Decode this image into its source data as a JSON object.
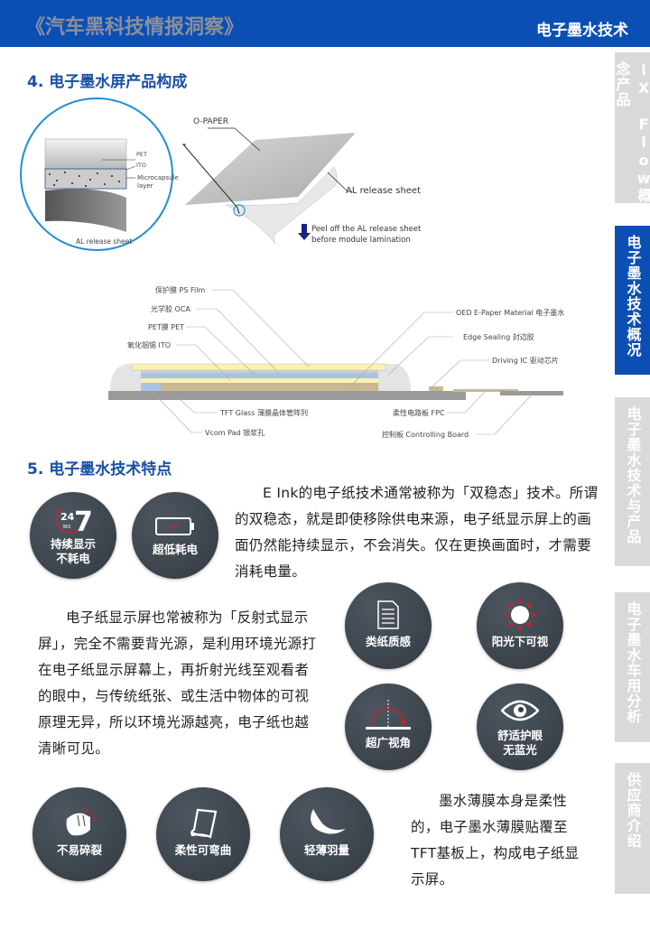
{
  "header": {
    "brand": "《汽车黑科技情报洞察》",
    "title": "电子墨水技术"
  },
  "sidebar": {
    "items": [
      {
        "label": "iX Flow概念产品",
        "active": false
      },
      {
        "label": "电子墨水技术概况",
        "active": true
      },
      {
        "label": "电子墨水技术与产品",
        "active": false
      },
      {
        "label": "电子墨水车用分析",
        "active": false
      },
      {
        "label": "供应商介绍",
        "active": false
      }
    ]
  },
  "section4": {
    "title": "4. 电子墨水屏产品构成",
    "diagram1": {
      "pet": "PET",
      "ito": "ITO",
      "microcapsule": "Microcapsule layer",
      "al_inner": "AL release sheet",
      "opaper": "O-PAPER",
      "al_outer": "AL release sheet",
      "peel_line1": "Peel off the AL release sheet",
      "peel_line2": "before module  lamination"
    },
    "diagram2": {
      "ps": "保护膜  PS Film",
      "oca": "光学胶  OCA",
      "pet": "PET膜  PET",
      "ito": "氧化铟锡  ITO",
      "oed": "OED E-Paper Material  电子墨水",
      "edge": "Edge Sealing  封边胶",
      "ic": "Driving IC  驱动芯片",
      "tft": "TFT Glass  薄膜晶体管阵列",
      "vcom": "Vcom Pad  银浆孔",
      "fpc": "柔性电路板  FPC",
      "board": "控制板  Controlling Board"
    }
  },
  "section5": {
    "title": "5. 电子墨水技术特点",
    "para1": "E Ink的电子纸技术通常被称为「双稳态」技术。所谓的双稳态，就是即使移除供电来源，电子纸显示屏上的画面仍然能持续显示，不会消失。仅在更换画面时，才需要消耗电量。",
    "para2": "电子纸显示屏也常被称为「反射式显示屏」，完全不需要背光源，是利用环境光源打在电子纸显示屏幕上，再折射光线至观看者的眼中，与传统纸张、或生活中物体的可视原理无异，所以环境光源越亮，电子纸也越清晰可见。",
    "para3": "墨水薄膜本身是柔性的，电子墨水薄膜贴覆至TFT基板上，构成电子纸显示屏。",
    "features": [
      {
        "label": "持续显示\n不耗电",
        "icon": "clock-247-icon",
        "icon_text": "24",
        "icon_big": "7",
        "icon_small": "365"
      },
      {
        "label": "超低耗电",
        "icon": "battery-icon"
      },
      {
        "label": "类纸质感",
        "icon": "document-icon"
      },
      {
        "label": "阳光下可视",
        "icon": "sun-icon"
      },
      {
        "label": "超广视角",
        "icon": "viewing-angle-icon"
      },
      {
        "label": "舒适护眼\n无蓝光",
        "icon": "eye-icon"
      },
      {
        "label": "不易碎裂",
        "icon": "fist-icon"
      },
      {
        "label": "柔性可弯曲",
        "icon": "flexible-paper-icon"
      },
      {
        "label": "轻薄羽量",
        "icon": "feather-icon"
      }
    ]
  },
  "colors": {
    "brand_blue": "#0b4fb4",
    "accent_red": "#d0202a",
    "circle": "#3b434b",
    "tab_inactive": "#d9d9d9"
  }
}
